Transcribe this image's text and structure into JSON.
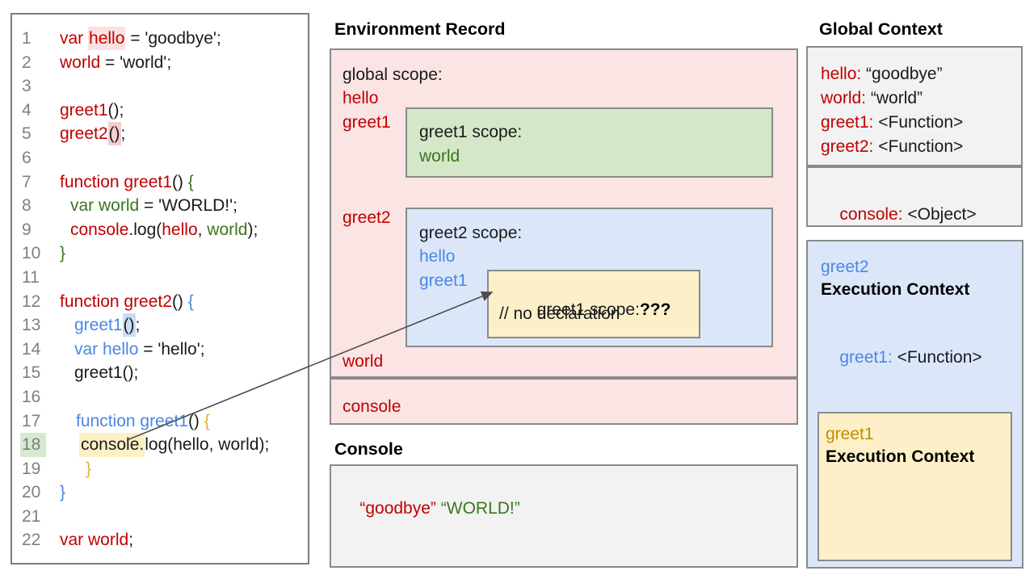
{
  "palette": {
    "code_red": "#c00000",
    "code_blue": "#4a86e8",
    "code_green": "#38761d",
    "code_gold": "#e2ae3d",
    "gold_dark": "#bf9000",
    "pink_bg": "#fbe4e4",
    "green_bg": "#d4e7c8",
    "blue_bg": "#dbe7f9",
    "yellow_bg": "#fdf0c9",
    "gray_bg": "#f2f2f2",
    "highlight_pink": "#f6cdcd",
    "highlight_blue": "#cbdcf7",
    "highlight_yellow": "#fdf0c6",
    "highlight_green": "#d7e9cf"
  },
  "code_panel": {
    "lines": [
      {
        "n": "1",
        "indent": 0,
        "spans": [
          {
            "t": "var ",
            "c": "red"
          },
          {
            "t": "hello",
            "c": "red",
            "hl": "pinksoft"
          },
          {
            "t": " = 'goodbye';",
            "c": "k"
          }
        ]
      },
      {
        "n": "2",
        "indent": 0,
        "spans": [
          {
            "t": "world",
            "c": "red"
          },
          {
            "t": " = 'world';",
            "c": "k"
          }
        ]
      },
      {
        "n": "3",
        "indent": 0,
        "spans": []
      },
      {
        "n": "4",
        "indent": 0,
        "spans": [
          {
            "t": "greet1",
            "c": "red"
          },
          {
            "t": "();",
            "c": "k"
          }
        ]
      },
      {
        "n": "5",
        "indent": 0,
        "spans": [
          {
            "t": "greet2",
            "c": "red"
          },
          {
            "t": "()",
            "c": "k",
            "hl": "pink"
          },
          {
            "t": ";",
            "c": "k"
          }
        ]
      },
      {
        "n": "6",
        "indent": 0,
        "spans": []
      },
      {
        "n": "7",
        "indent": 0,
        "spans": [
          {
            "t": "function greet1",
            "c": "red"
          },
          {
            "t": "() ",
            "c": "k"
          },
          {
            "t": "{",
            "c": "green"
          }
        ]
      },
      {
        "n": "8",
        "indent": 13,
        "spans": [
          {
            "t": "var world",
            "c": "green"
          },
          {
            "t": " = 'WORLD!';",
            "c": "k"
          }
        ]
      },
      {
        "n": "9",
        "indent": 13,
        "spans": [
          {
            "t": "console",
            "c": "red"
          },
          {
            "t": ".log(",
            "c": "k"
          },
          {
            "t": "hello",
            "c": "red"
          },
          {
            "t": ", ",
            "c": "k"
          },
          {
            "t": "world",
            "c": "green"
          },
          {
            "t": ");",
            "c": "k"
          }
        ]
      },
      {
        "n": "10",
        "indent": 0,
        "spans": [
          {
            "t": "}",
            "c": "green"
          }
        ]
      },
      {
        "n": "11",
        "indent": 0,
        "spans": []
      },
      {
        "n": "12",
        "indent": 0,
        "spans": [
          {
            "t": "function greet2",
            "c": "red"
          },
          {
            "t": "() ",
            "c": "k"
          },
          {
            "t": "{",
            "c": "blue"
          }
        ]
      },
      {
        "n": "13",
        "indent": 18,
        "spans": [
          {
            "t": "greet1",
            "c": "blue"
          },
          {
            "t": "()",
            "c": "k",
            "hl": "blue"
          },
          {
            "t": ";",
            "c": "k"
          }
        ]
      },
      {
        "n": "14",
        "indent": 18,
        "spans": [
          {
            "t": "var hello",
            "c": "blue"
          },
          {
            "t": " = 'hello';",
            "c": "k"
          }
        ]
      },
      {
        "n": "15",
        "indent": 18,
        "spans": [
          {
            "t": "greet1();",
            "c": "k"
          }
        ]
      },
      {
        "n": "16",
        "indent": 0,
        "spans": []
      },
      {
        "n": "17",
        "indent": 20,
        "spans": [
          {
            "t": "function greet1",
            "c": "blue"
          },
          {
            "t": "() ",
            "c": "k"
          },
          {
            "t": "{",
            "c": "gold"
          }
        ]
      },
      {
        "n": "18",
        "indent": 24,
        "gutter_hl": "green",
        "spans": [
          {
            "t": "console.",
            "c": "k",
            "hl": "yellow"
          },
          {
            "t": "log(hello, world);",
            "c": "k"
          }
        ]
      },
      {
        "n": "19",
        "indent": 32,
        "spans": [
          {
            "t": "}",
            "c": "gold"
          }
        ]
      },
      {
        "n": "20",
        "indent": 0,
        "spans": [
          {
            "t": "}",
            "c": "blue"
          }
        ]
      },
      {
        "n": "21",
        "indent": 0,
        "spans": []
      },
      {
        "n": "22",
        "indent": 0,
        "spans": [
          {
            "t": "var world",
            "c": "red"
          },
          {
            "t": ";",
            "c": "k"
          }
        ]
      }
    ]
  },
  "environment_record": {
    "title": "Environment Record",
    "global_scope_label": "global scope:",
    "globals_top": [
      "hello",
      "greet1"
    ],
    "greet2_label": "greet2",
    "world_label": "world",
    "console_label": "console",
    "greet1_scope": {
      "title": "greet1 scope:",
      "var1": "world"
    },
    "greet2_scope": {
      "title": "greet2 scope:",
      "var1": "hello",
      "var2": "greet1"
    },
    "inner_greet1_scope": {
      "title": "greet1 scope:",
      "unknown": "???",
      "comment": "// no declaration"
    }
  },
  "console_panel": {
    "title": "Console",
    "output_red": "“goodbye”",
    "output_green": "“WORLD!”"
  },
  "global_context": {
    "title": "Global Context",
    "entries": [
      {
        "key": "hello:",
        "value": "“goodbye”"
      },
      {
        "key": "world:",
        "value": "“world”"
      },
      {
        "key": "greet1:",
        "value": "<Function>"
      },
      {
        "key": "greet2:",
        "value": "<Function>"
      }
    ],
    "console_entry": {
      "key": "console:",
      "value": "<Object>"
    }
  },
  "greet2_execution_context": {
    "name": "greet2",
    "label": "Execution Context",
    "entry": {
      "key": "greet1:",
      "value": "<Function>"
    },
    "inner": {
      "name": "greet1",
      "label": "Execution Context"
    }
  }
}
